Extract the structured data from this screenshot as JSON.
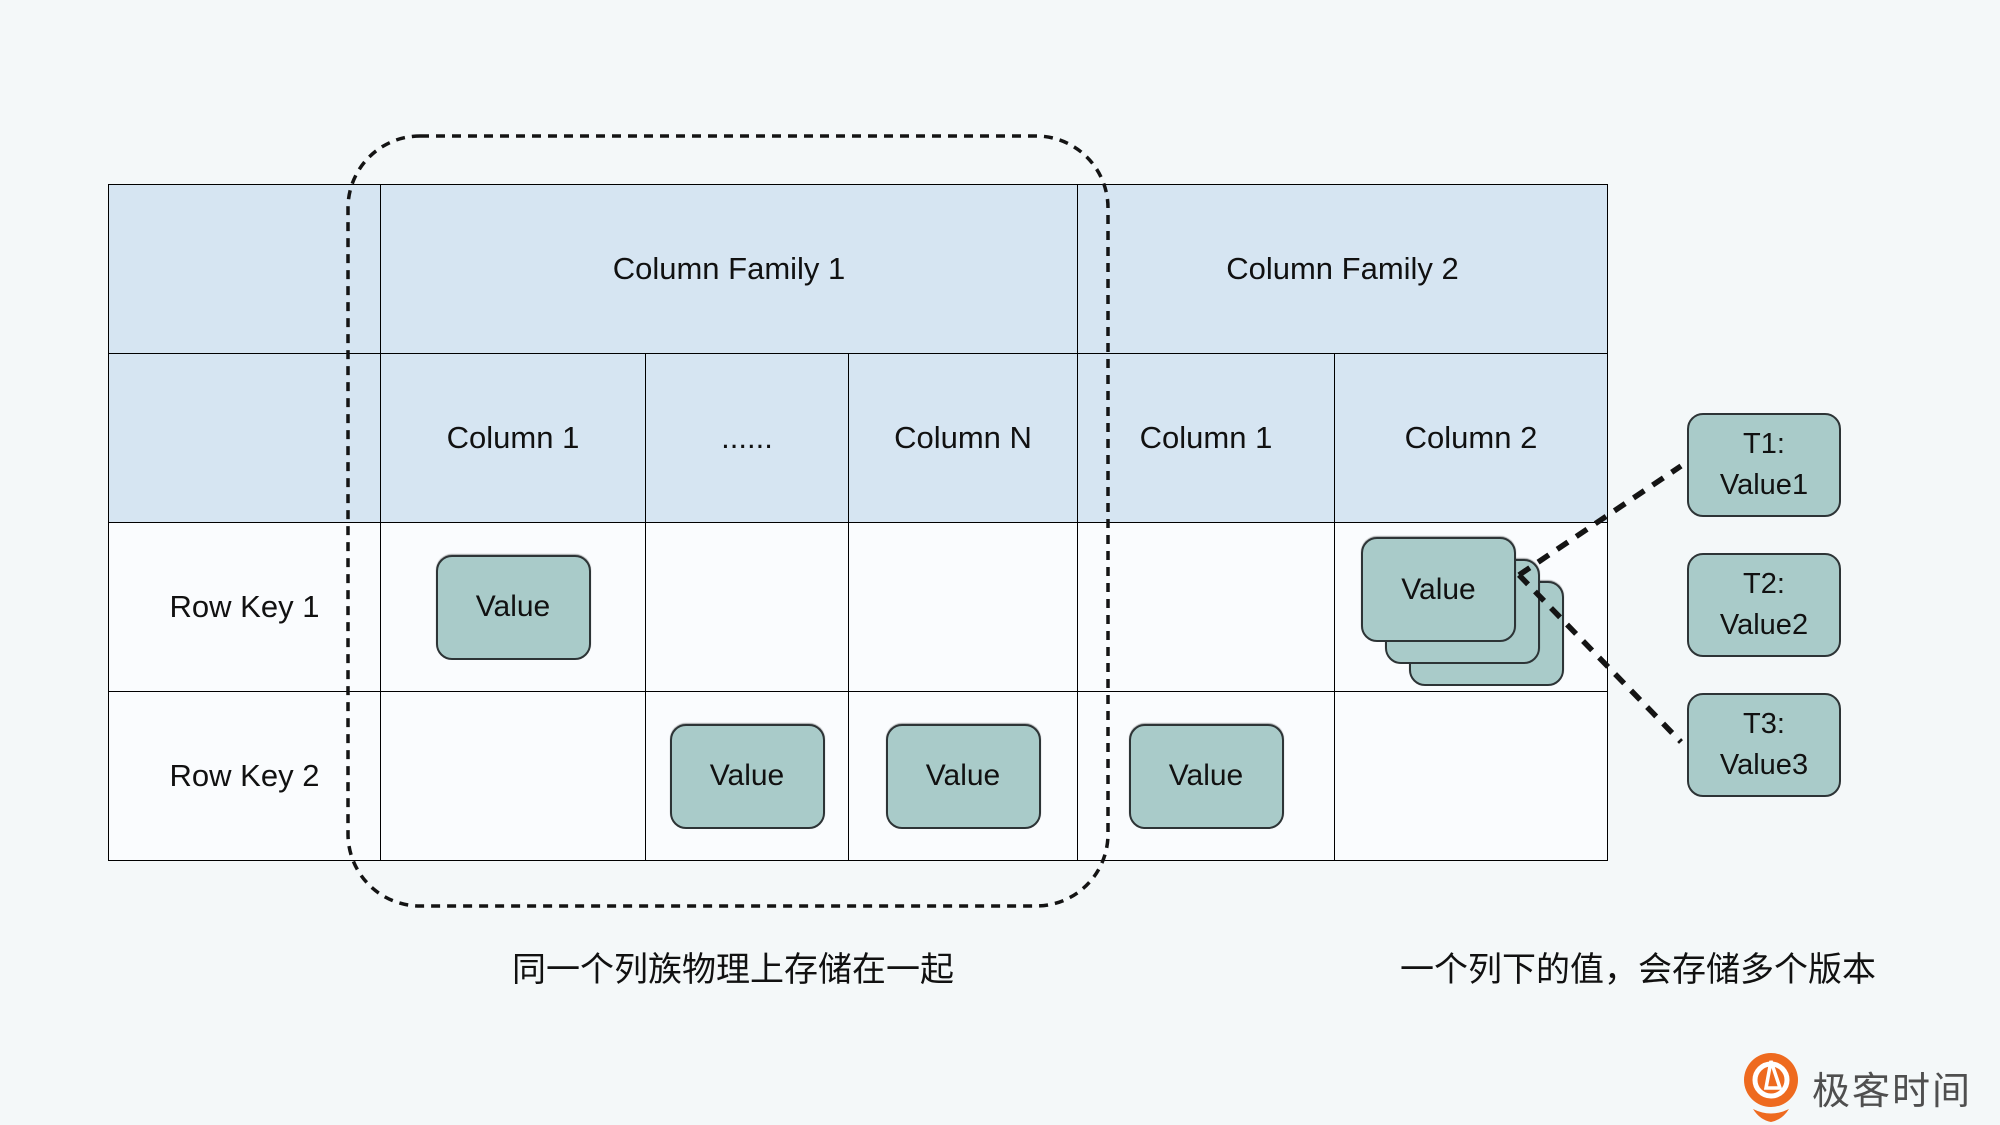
{
  "diagram": {
    "table": {
      "column_families": [
        "Column Family 1",
        "Column Family 2"
      ],
      "columns": [
        "Column 1",
        "......",
        "Column N",
        "Column 1",
        "Column 2"
      ],
      "row_keys": [
        "Row Key 1",
        "Row Key 2"
      ],
      "value_label": "Value"
    },
    "versions": [
      {
        "time": "T1:",
        "value": "Value1"
      },
      {
        "time": "T2:",
        "value": "Value2"
      },
      {
        "time": "T3:",
        "value": "Value3"
      }
    ],
    "captions": {
      "column_family_note": "同一个列族物理上存储在一起",
      "versions_note": "一个列下的值，会存储多个版本"
    },
    "logo": {
      "text": "极客时间"
    },
    "colors": {
      "header_fill": "#d6e5f2",
      "cell_fill": "#fafcfe",
      "value_fill": "#a9cbc9",
      "background": "#f4f8f9",
      "logo_orange": "#ee6a1f"
    }
  }
}
